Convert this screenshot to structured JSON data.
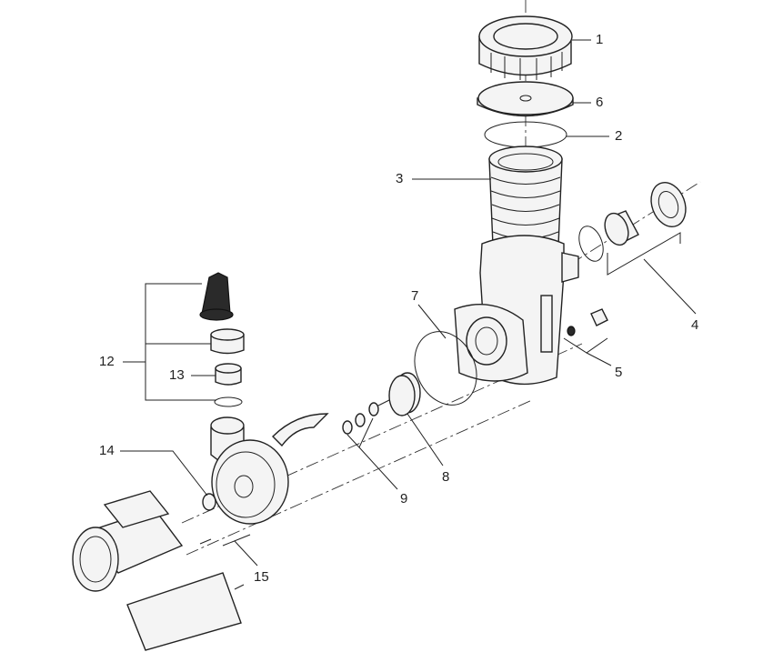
{
  "callouts": [
    {
      "id": "1",
      "text": "1"
    },
    {
      "id": "2",
      "text": "2"
    },
    {
      "id": "3",
      "text": "3"
    },
    {
      "id": "4",
      "text": "4"
    },
    {
      "id": "5",
      "text": "5"
    },
    {
      "id": "6",
      "text": "6"
    },
    {
      "id": "7",
      "text": "7"
    },
    {
      "id": "8",
      "text": "8"
    },
    {
      "id": "9",
      "text": "9"
    },
    {
      "id": "12",
      "text": "12"
    },
    {
      "id": "13",
      "text": "13"
    },
    {
      "id": "14",
      "text": "14"
    },
    {
      "id": "15",
      "text": "15"
    }
  ]
}
